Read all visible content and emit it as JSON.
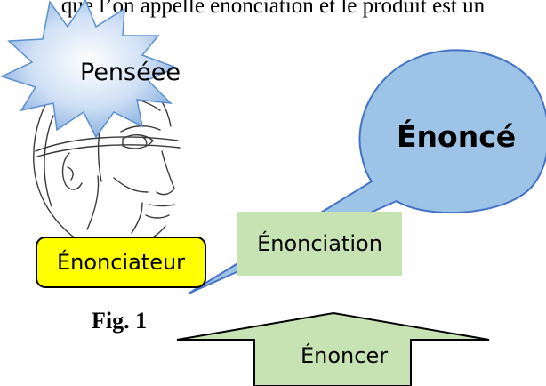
{
  "header": {
    "partial_text": "que l’on appelle énonciation et le produit est un"
  },
  "diagram": {
    "thought_bubble": {
      "label": "Penséee",
      "color": "#9ec1e9"
    },
    "speech_bubble": {
      "label": "Énoncé",
      "color": "#9dc3e6"
    },
    "enonciateur_box": {
      "label": "Énonciateur",
      "color": "#ffff00"
    },
    "enonciation_box": {
      "label": "Énonciation",
      "color": "#c8e3b3"
    },
    "arrow": {
      "label": "Énoncer",
      "color": "#c8e3b3"
    },
    "figure_caption": "Fig. 1"
  }
}
